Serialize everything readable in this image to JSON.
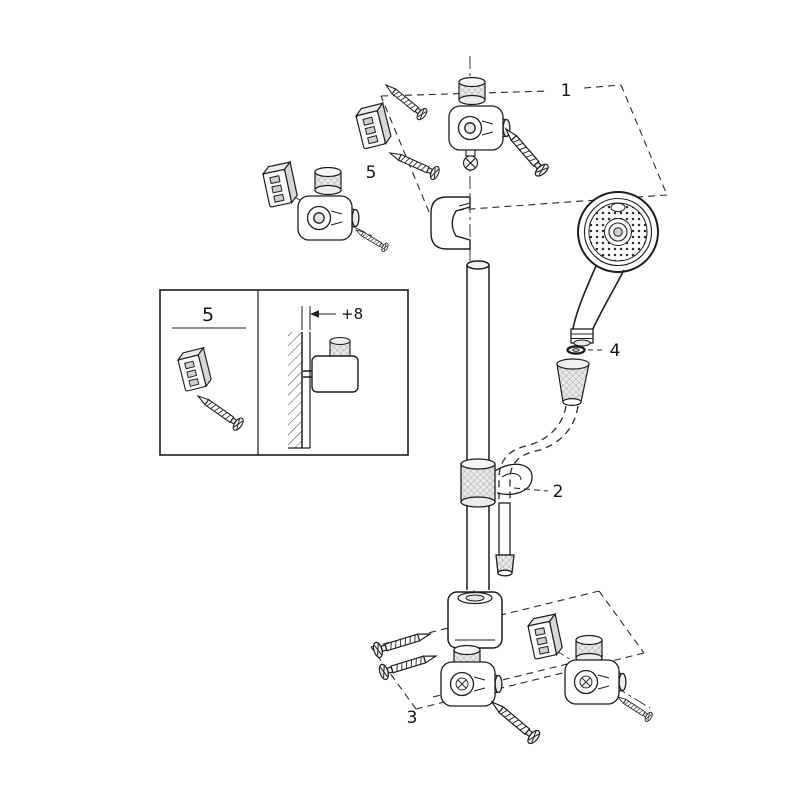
{
  "canvas": {
    "background": "#ffffff",
    "line_color": "#1d1d1d"
  },
  "callouts": {
    "c1": "1",
    "c2": "2",
    "c3": "3",
    "c4": "4",
    "c5": "5"
  },
  "inset": {
    "label": "5",
    "dimension": "+8"
  }
}
